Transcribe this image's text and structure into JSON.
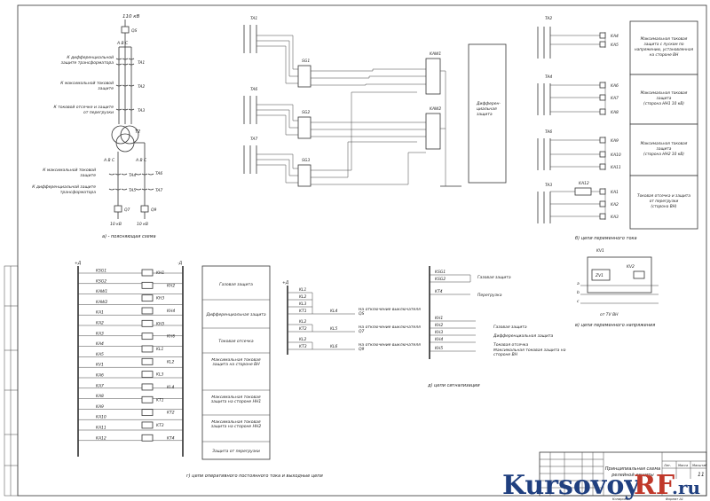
{
  "scheme_a": {
    "source_label": "110 кВ",
    "qs": "QS",
    "lines": [
      "К дифференциальной",
      "защите трансформатора",
      "К максимальной токовой",
      "защите",
      "К токовой отсечке и защите",
      "от перегрузки",
      "К максимальной токовой",
      "защите",
      "К дифференциальной защите",
      "трансформатора"
    ],
    "ta": [
      "TA1",
      "TA2",
      "TA3",
      "TA4",
      "TA5",
      "TA6",
      "TA7"
    ],
    "t2": "T2",
    "abc": "A B C",
    "q7": "Q7",
    "q9": "Q9",
    "lv1": "10 кВ",
    "lv2": "10 кВ",
    "caption": "а) - поясняющая схема"
  },
  "scheme_diff": {
    "ta": [
      "TA1",
      "TA6",
      "TA7"
    ],
    "sg": [
      "SG1",
      "SG2",
      "SG3"
    ],
    "kaw": [
      "KAW1",
      "KAW2"
    ],
    "block": [
      "Дифферен-",
      "циальная",
      "защита"
    ]
  },
  "scheme_b": {
    "ta": [
      "TA2",
      "TA4",
      "TA6",
      "TA3"
    ],
    "relays": [
      "KA4",
      "KA5",
      "KA6",
      "KA7",
      "KA8",
      "KA9",
      "KA10",
      "KA11",
      "KA12",
      "KA1",
      "KA2",
      "KA3"
    ],
    "blocks": [
      [
        "Максимальная токовая",
        "защита с пуском по",
        "напряжению, установленная",
        "на стороне ВН"
      ],
      [
        "Максимальная токовая",
        "защита",
        "(сторона НН1 10 кВ)"
      ],
      [
        "Максимальная токовая",
        "защита",
        "(сторона НН2 10 кВ)"
      ],
      [
        "Токовая отсечка и защита",
        "от перегрузки",
        "(сторона ВН)"
      ]
    ],
    "caption": "б) цепи переменного тока"
  },
  "scheme_v": {
    "kv": [
      "KV1",
      "KV2"
    ],
    "zv": "ZV1",
    "phases": [
      "a",
      "b",
      "c"
    ],
    "tv": "от TV ВН",
    "caption": "в) цепи переменного напряжения"
  },
  "scheme_g": {
    "plus": "+Д",
    "minus": "-Д",
    "rows": [
      "KSG1",
      "KSG2",
      "KAW1",
      "KAW2",
      "KA1",
      "KA2",
      "KA3",
      "KA4",
      "KA5",
      "KV1",
      "KA6",
      "KA7",
      "KA8",
      "KA9",
      "KA10",
      "KA11",
      "KA12"
    ],
    "coils": [
      "KH1",
      "KH2",
      "KH3",
      "KH4",
      "KH5",
      "KH6",
      "KL1",
      "KL2",
      "KL3",
      "KL4",
      "KT1",
      "KT2",
      "KT3",
      "KT4"
    ],
    "blocks": [
      "Газовая защита",
      "Дифференциальная защита",
      "Токовая отсечка",
      "Максимальная токовая защита на стороне ВН",
      "Максимальная токовая защита на стороне НН1",
      "Максимальная токовая защита на стороне НН2",
      "Защита от перегрузки"
    ],
    "caption": "г) цепи оперативного постоянного тока и выходные цепи"
  },
  "scheme_out": {
    "plus": "+Д",
    "contacts": [
      "KL1",
      "KL2",
      "KL3",
      "KT1",
      "KL2",
      "KT2",
      "KL2",
      "KT3"
    ],
    "outputs": [
      "KL4",
      "KL5",
      "KL6"
    ],
    "texts": [
      "На отключение выключателя QS",
      "На отключение выключателя Q7",
      "На отключение выключателя Q9"
    ]
  },
  "scheme_d": {
    "rows": [
      "KSG1",
      "KSG2",
      "KT4",
      "KH1",
      "KH2",
      "KH3",
      "KH4",
      "KH5"
    ],
    "texts": [
      "Газовая защита",
      "Перегрузка",
      "Газовая защита",
      "Дифференциальная защита",
      "Токовая отсечка",
      "Максимальная токовая защита на стороне ВН"
    ],
    "caption": "д) цепи сигнализации"
  },
  "title_block": {
    "title": [
      "Принципиальная схема",
      "релейной защиты"
    ],
    "sheet_no": "11",
    "hdr": [
      "Лит.",
      "Масса",
      "Масштаб"
    ],
    "copied": "Копировал",
    "format": "Формат А1"
  },
  "watermark": {
    "part1": "Kursovoy",
    "part2": "RF",
    "part3": ".ru"
  }
}
